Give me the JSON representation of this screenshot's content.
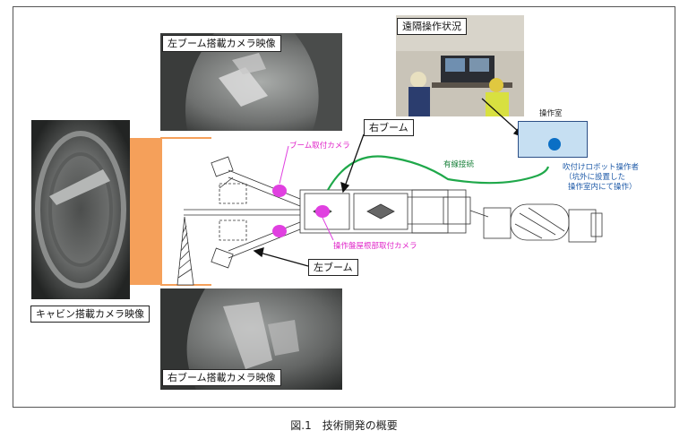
{
  "labels": {
    "left_boom_camera": "左ブーム搭載カメラ映像",
    "right_boom_camera": "右ブーム搭載カメラ映像",
    "cabin_camera": "キャビン搭載カメラ映像",
    "remote_status": "遠隔操作状況",
    "right_boom": "右ブーム",
    "left_boom": "左ブーム",
    "boom_camera": "ブーム取付カメラ",
    "panel_camera": "操作盤屋根部取付カメラ",
    "wired": "有線接続",
    "operation_room": "操作室",
    "operator": [
      "吹付けロボット操作者",
      "（坑外に設置した",
      "操作室内にて操作）"
    ]
  },
  "caption": "図.1　技術開発の概要",
  "colors": {
    "cable": "#1fa84a",
    "camera_marker": "#e040e0",
    "operator_marker": "#0b6fc5",
    "boom_bracket": "#f5a05a",
    "room_fill": "#c6dff2"
  }
}
